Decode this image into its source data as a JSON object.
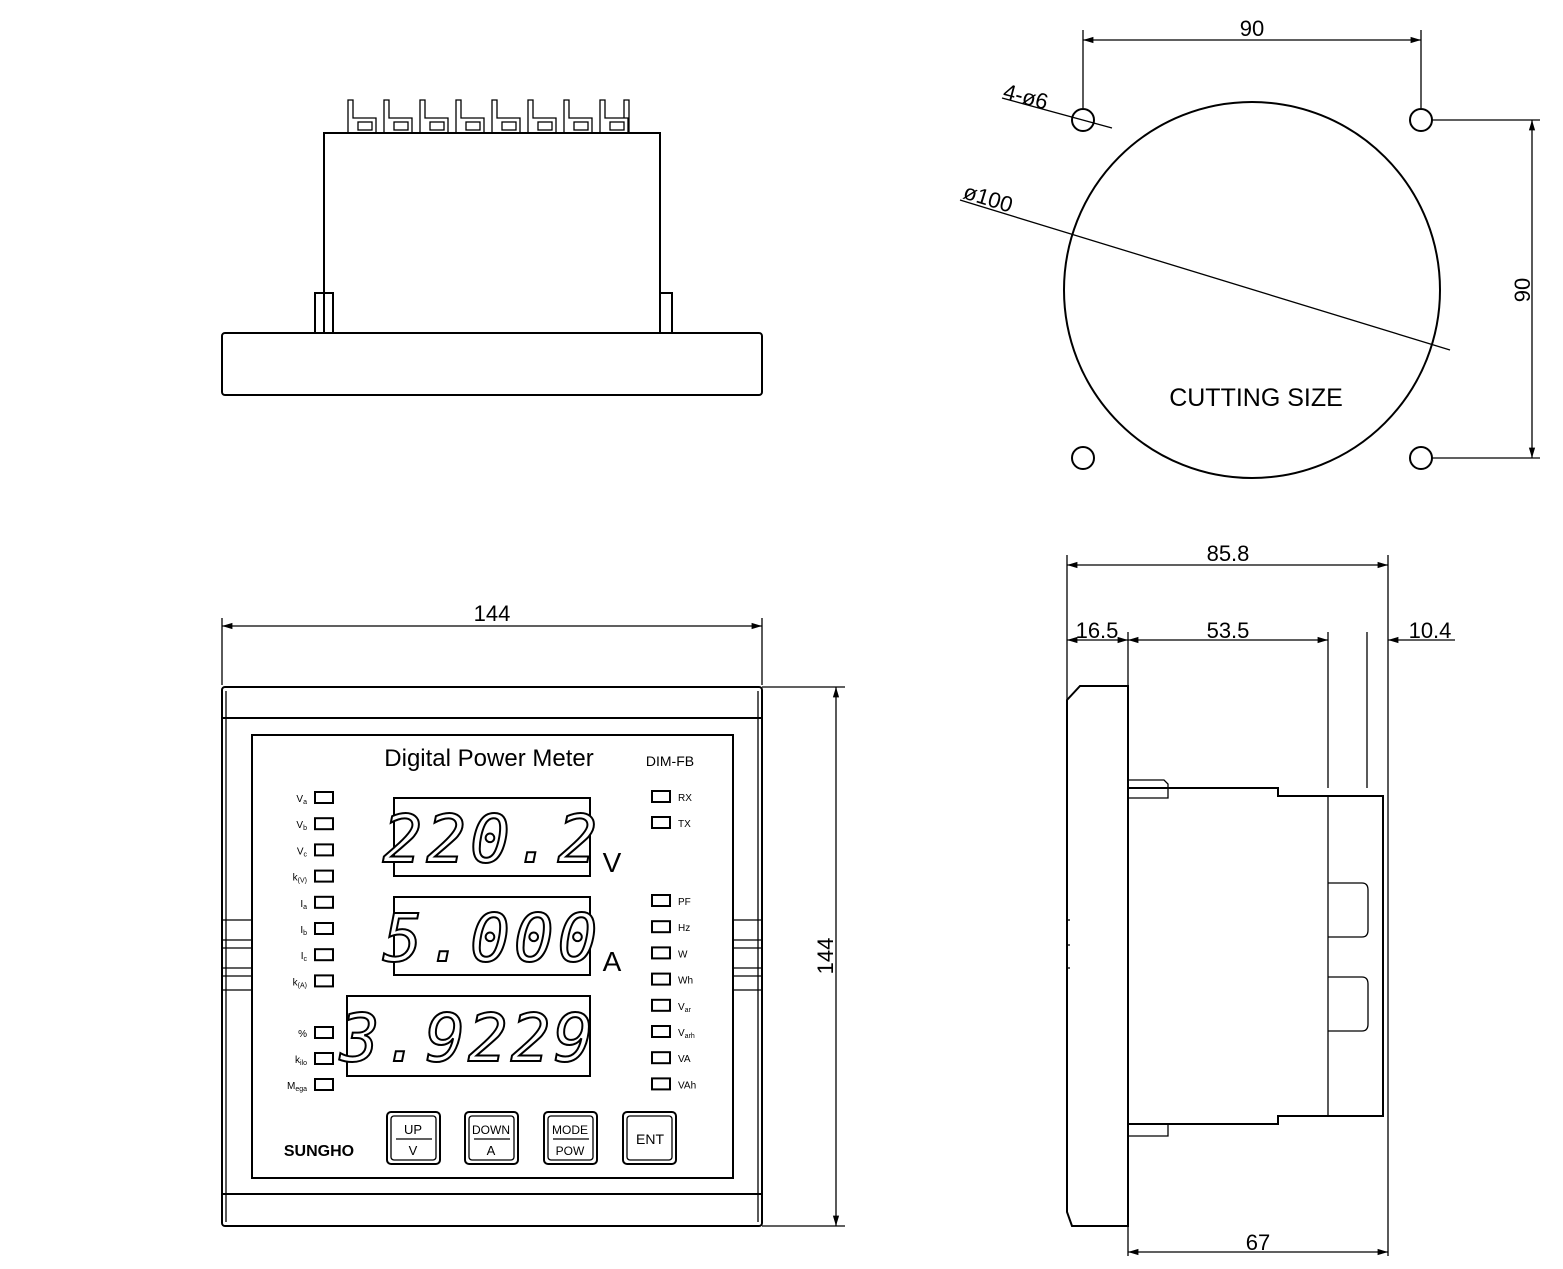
{
  "top_view": {
    "terminal_count": 8
  },
  "cutout": {
    "dim_width": "90",
    "dim_height": "90",
    "hole_label": "4-ø6",
    "diameter_label": "ø100",
    "caption": "CUTTING SIZE"
  },
  "front": {
    "dim_width": "144",
    "dim_height": "144",
    "title": "Digital Power Meter",
    "model": "DIM-FB",
    "brand": "SUNGHO",
    "display_top": "220.2",
    "display_mid": "5.000",
    "display_bottom": "3.9229",
    "unit_top": "V",
    "unit_mid": "A",
    "left_indicators": [
      {
        "main": "V",
        "sub": "a"
      },
      {
        "main": "V",
        "sub": "b"
      },
      {
        "main": "V",
        "sub": "c"
      },
      {
        "main": "k",
        "sub": "(V)"
      },
      {
        "main": "I",
        "sub": "a"
      },
      {
        "main": "I",
        "sub": "b"
      },
      {
        "main": "I",
        "sub": "c"
      },
      {
        "main": "k",
        "sub": "(A)"
      },
      {
        "main": "%",
        "sub": ""
      },
      {
        "main": "k",
        "sub": "ilo"
      },
      {
        "main": "M",
        "sub": "ega"
      }
    ],
    "right_indicators_top": [
      "RX",
      "TX"
    ],
    "right_indicators": [
      {
        "main": "PF",
        "sub": ""
      },
      {
        "main": "Hz",
        "sub": ""
      },
      {
        "main": "W",
        "sub": ""
      },
      {
        "main": "Wh",
        "sub": ""
      },
      {
        "main": "V",
        "sub": "ar"
      },
      {
        "main": "V",
        "sub": "arh"
      },
      {
        "main": "VA",
        "sub": ""
      },
      {
        "main": "VAh",
        "sub": ""
      }
    ],
    "buttons": [
      {
        "top": "UP",
        "bottom": "V"
      },
      {
        "top": "DOWN",
        "bottom": "A"
      },
      {
        "top": "MODE",
        "bottom": "POW"
      },
      {
        "top": "ENT",
        "bottom": ""
      }
    ]
  },
  "side": {
    "dim_total": "85.8",
    "dim_front": "16.5",
    "dim_body": "53.5",
    "dim_rear": "10.4",
    "dim_bottom": "67"
  }
}
